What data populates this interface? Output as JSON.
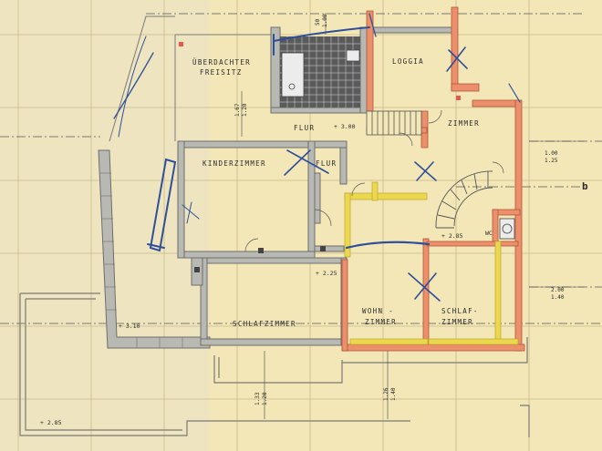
{
  "rooms": {
    "freisitz_line1": "ÜBERDACHTER",
    "freisitz_line2": "FREISITZ",
    "loggia": "LOGGIA",
    "zimmer": "ZIMMER",
    "flur_upper": "FLUR",
    "flur_lower": "FLUR",
    "kinderzimmer": "KINDERZIMMER",
    "schlafzimmer_left": "SCHLAFZIMMER",
    "wohnzimmer_line1": "WOHN -",
    "wohnzimmer_line2": "ZIMMER",
    "schlafzimmer_right_line1": "SCHLAF-",
    "schlafzimmer_right_line2": "ZIMMER",
    "wc": "WC"
  },
  "levels": {
    "flur": "+ 3.00",
    "stair": "+ 2.85",
    "middle": "+ 2.25",
    "terrace": "+ 3.10",
    "bottom_left": "+ 2.85"
  },
  "dimensions": {
    "top_a": "50",
    "top_b": "1.00",
    "freisitz_a": "1.67",
    "freisitz_b": "1.20",
    "right_upper_a": "1.00",
    "right_upper_b": "1.25",
    "right_lower_a": "2.00",
    "right_lower_b": "1.40",
    "bottom_mid_a": "1.26",
    "bottom_mid_b": "1.40",
    "bottom_left_a": "1.33",
    "bottom_left_b": "1.20"
  },
  "section_marker": "b",
  "colors": {
    "paper": "#f3e7b8",
    "wall_fill": "#b9b9b4",
    "wall_stroke": "#6d6d6d",
    "new_wall": "#ec8f6b",
    "new_wall_yellow": "#ecd84e",
    "pen_blue": "#2e4f9a",
    "ink": "#2b2b2b"
  }
}
